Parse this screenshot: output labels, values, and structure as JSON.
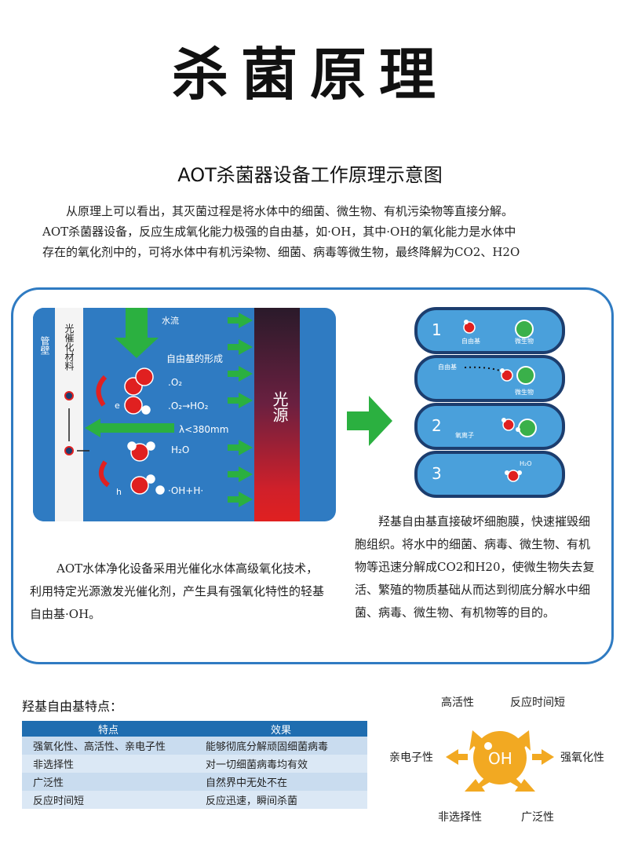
{
  "title": "杀菌原理",
  "subtitle": "AOT杀菌器设备工作原理示意图",
  "intro": [
    "从原理上可以看出，其灭菌过程是将水体中的细菌、微生物、有机污染物等直接分解。",
    "AOT杀菌器设备，反应生成氧化能力极强的自由基，如·OH，其中·OH的氧化能力是水体中",
    "存在的氧化剂中的，可将水体中有机污染物、细菌、病毒等微生物，最终降解为CO2、H2O"
  ],
  "diagram": {
    "pipe_wall": "管壁",
    "catalyst": "光催化材料",
    "water_flow": "水流",
    "radical_formation": "自由基的形成",
    "light_source": "光源",
    "o2_minus": ".O₂",
    "ho2": ".O₂→HO₂",
    "wavelength": "λ<380mm",
    "h2o": "H₂O",
    "oh_h": "·OH+H·",
    "electron": "e",
    "hole": "h"
  },
  "steps": [
    {
      "num": "1",
      "label_a": "自由基",
      "label_b": "微生物"
    },
    {
      "num": "",
      "label_a": "自由基",
      "label_b": "微生物"
    },
    {
      "num": "2",
      "label_a": "氧离子",
      "label_b": ""
    },
    {
      "num": "3",
      "label_a": "H₂O",
      "label_b": ""
    }
  ],
  "left_paragraph": "AOT水体净化设备采用光催化水体高级氧化技术，利用特定光源激发光催化剂，产生具有强氧化特性的轻基自由基·OH。",
  "right_paragraph": "羟基自由基直接破坏细胞膜，快速摧毁细胞组织。将水中的细菌、病毒、微生物、有机物等迅速分解成CO2和H20，使微生物失去复活、繁殖的物质基础从而达到彻底分解水中细菌、病毒、微生物、有机物等的目的。",
  "features": {
    "title": "羟基自由基特点：",
    "headers": [
      "特点",
      "效果"
    ],
    "rows": [
      [
        "强氧化性、高活性、亲电子性",
        "能够彻底分解顽固细菌病毒"
      ],
      [
        "非选择性",
        "对一切细菌病毒均有效"
      ],
      [
        "广泛性",
        "自然界中无处不在"
      ],
      [
        "反应时间短",
        "反应迅速，瞬间杀菌"
      ]
    ]
  },
  "sun": {
    "center": "OH",
    "labels": [
      "高活性",
      "反应时间短",
      "亲电子性",
      "强氧化性",
      "非选择性",
      "广泛性"
    ]
  },
  "colors": {
    "blue": "#2f7bc2",
    "green": "#2bb040",
    "orange": "#f2a922",
    "red": "#e02020"
  }
}
